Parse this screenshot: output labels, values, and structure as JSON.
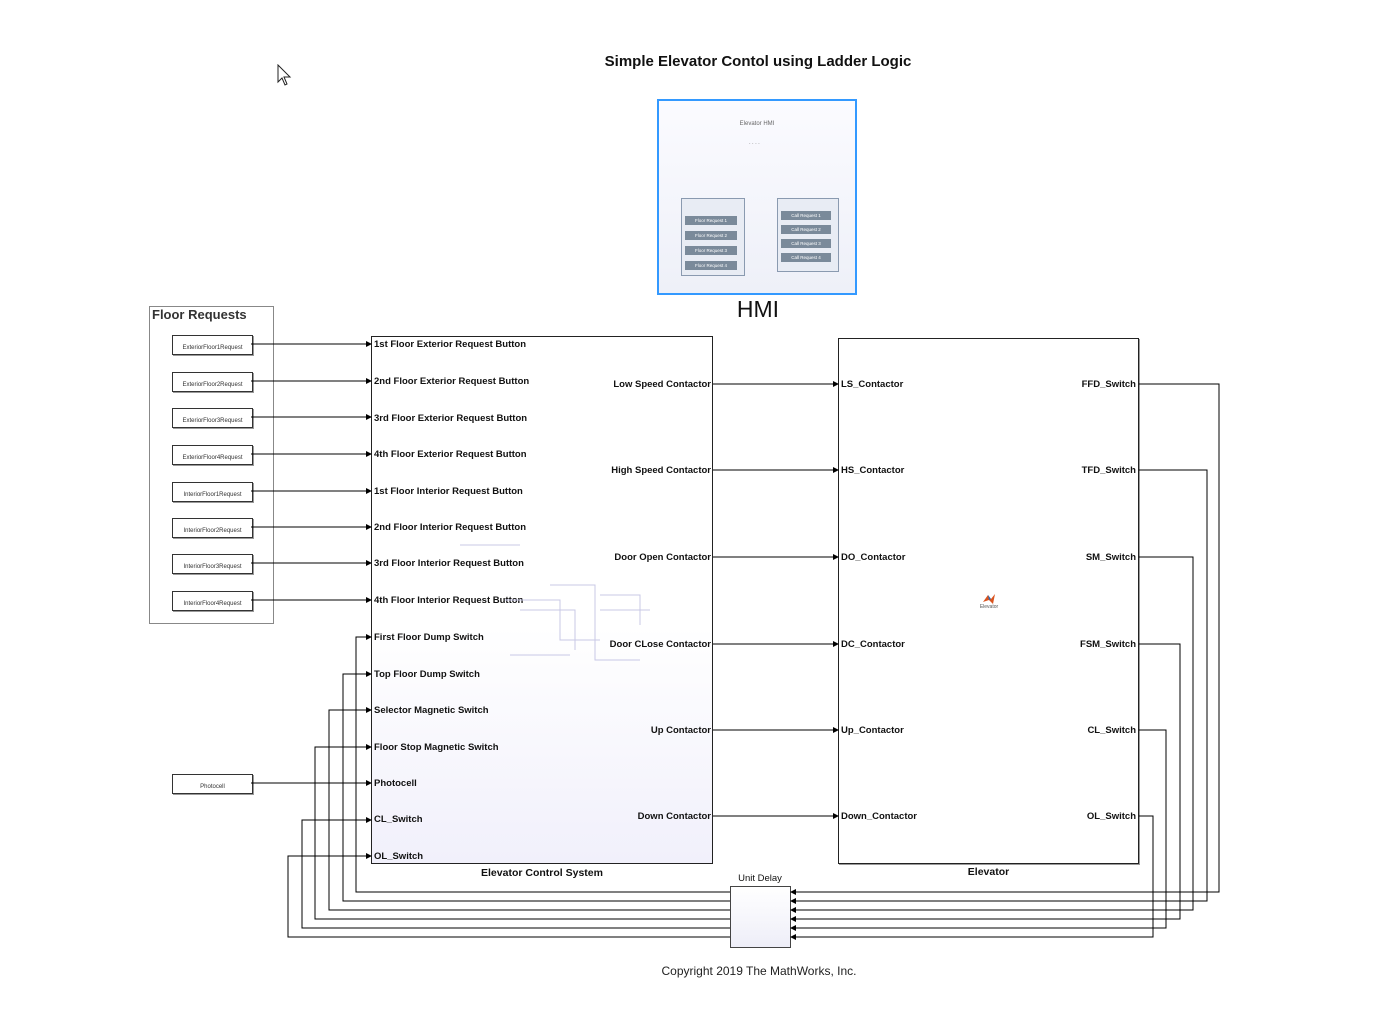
{
  "title": "Simple Elevator Contol using Ladder Logic",
  "copyright": "Copyright 2019 The MathWorks, Inc.",
  "hmi": {
    "label": "HMI",
    "panel_title": "Elevator HMI",
    "left_buttons": [
      "Floor Request 1",
      "Floor Request 2",
      "Floor Request 3",
      "Floor Request 4"
    ],
    "right_buttons": [
      "Call Request 1",
      "Call Request 2",
      "Call Request 3",
      "Call Request 4"
    ]
  },
  "floor_requests": {
    "title": "Floor Requests",
    "blocks": [
      "ExteriorFloor1Request",
      "ExteriorFloor2Request",
      "ExteriorFloor3Request",
      "ExteriorFloor4Request",
      "InteriorFloor1Request",
      "InteriorFloor2Request",
      "InteriorFloor3Request",
      "InteriorFloor4Request"
    ]
  },
  "photocell_block": "Photocell",
  "control_system": {
    "label": "Elevator Control System",
    "inputs": [
      "1st Floor Exterior Request Button",
      "2nd Floor Exterior Request Button",
      "3rd Floor Exterior Request Button",
      "4th Floor Exterior Request Button",
      "1st Floor Interior Request Button",
      "2nd Floor Interior Request Button",
      "3rd Floor Interior Request Button",
      "4th Floor Interior Request Button",
      "First Floor Dump Switch",
      "Top Floor Dump Switch",
      "Selector Magnetic Switch",
      "Floor Stop Magnetic Switch",
      "Photocell",
      "CL_Switch",
      "OL_Switch"
    ],
    "outputs": [
      "Low Speed Contactor",
      "High Speed Contactor",
      "Door Open Contactor",
      "Door CLose Contactor",
      "Up Contactor",
      "Down Contactor"
    ]
  },
  "elevator": {
    "label": "Elevator",
    "center_label": "Elevator",
    "inputs": [
      "LS_Contactor",
      "HS_Contactor",
      "DO_Contactor",
      "DC_Contactor",
      "Up_Contactor",
      "Down_Contactor"
    ],
    "outputs": [
      "FFD_Switch",
      "TFD_Switch",
      "SM_Switch",
      "FSM_Switch",
      "CL_Switch",
      "OL_Switch"
    ]
  },
  "unit_delay": {
    "label": "Unit Delay"
  },
  "colors": {
    "line": "#000000",
    "hmi_border": "#3399ff",
    "hmi_button": "#7a8a9a",
    "matlab_logo": "#d9531e"
  }
}
